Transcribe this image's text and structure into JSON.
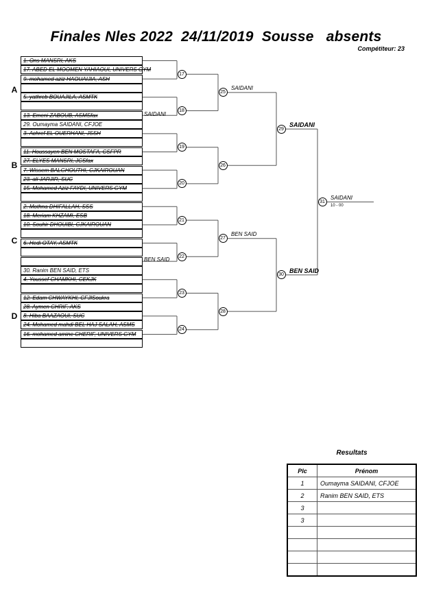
{
  "header": {
    "title": "Finales Nles 2022  24/11/2019  Sousse   absents",
    "competitors_label": "Compétiteur: 23"
  },
  "sections": [
    {
      "letter": "A"
    },
    {
      "letter": "B"
    },
    {
      "letter": "C"
    },
    {
      "letter": "D"
    }
  ],
  "slots": [
    {
      "label": "1. Ons MANSRI, AKS",
      "absent": true
    },
    {
      "label": "17. ABED EL MOOMEN YAHIAOUI, UNIVERS GYM",
      "absent": true
    },
    {
      "label": "9. mohamed aziz HAOUAIJIA, ASH",
      "absent": true
    },
    {
      "label": "",
      "absent": false
    },
    {
      "label": "5. yathreb BOUAJILA, ASMTK",
      "absent": true
    },
    {
      "label": "",
      "absent": false
    },
    {
      "label": "13. Emeni ZABOUB, ASMSfax",
      "absent": true
    },
    {
      "label": "29. Oumayma SAIDANI, CFJOE",
      "absent": false
    },
    {
      "label": "3. Achref EL OUERHANI, JSSH",
      "absent": true
    },
    {
      "label": "",
      "absent": false
    },
    {
      "label": "11. Houssayen BEN MOSTAFA, CSFPR",
      "absent": true
    },
    {
      "label": "27. ELYES MANSRI, JCSfax",
      "absent": true
    },
    {
      "label": "7. Wissem BALGHOUTHI, CJKAIROUAN",
      "absent": true
    },
    {
      "label": "23. ali JARJIR, SUC",
      "absent": true
    },
    {
      "label": "15. Mohamed Aziz FAYDI, UNIVERS GYM",
      "absent": true
    },
    {
      "label": "",
      "absent": false
    },
    {
      "label": "2. Mothna DHIFALLAH, SSS",
      "absent": true
    },
    {
      "label": "18. Meriam KHZAMI, ESB",
      "absent": true
    },
    {
      "label": "10. Souhir DHOUIBI, CJKAIROUAN",
      "absent": true
    },
    {
      "label": "",
      "absent": false
    },
    {
      "label": "6. Hedi OTAY, ASMTK",
      "absent": true
    },
    {
      "label": "",
      "absent": false
    },
    {
      "label": "",
      "absent": false
    },
    {
      "label": "30. Ranim BEN SAID, ETS",
      "absent": false
    },
    {
      "label": "4. Youssef CHAMKHI, CEKJK",
      "absent": true
    },
    {
      "label": "",
      "absent": false
    },
    {
      "label": "12. Edam CHWAYKHI, CFJISoukra",
      "absent": true
    },
    {
      "label": "28. Aymen CHRIF, AKS",
      "absent": true
    },
    {
      "label": "8. Hiba BAAZAOUI, SUC",
      "absent": true
    },
    {
      "label": "24. Mohamed mahdi BEL HAJ SALAH, ASMS",
      "absent": true
    },
    {
      "label": "16. mohamed amine CHERIF, UNIVERS GYM",
      "absent": true
    },
    {
      "label": "",
      "absent": false
    }
  ],
  "matches": {
    "round1": [
      {
        "num": "17"
      },
      {
        "num": "18"
      },
      {
        "num": "19"
      },
      {
        "num": "20"
      },
      {
        "num": "21"
      },
      {
        "num": "22"
      },
      {
        "num": "23"
      },
      {
        "num": "24"
      }
    ],
    "round2": [
      {
        "num": "25",
        "winner": "SAIDANI"
      },
      {
        "num": "26",
        "winner": ""
      },
      {
        "num": "27",
        "winner": "BEN SAID"
      },
      {
        "num": "28",
        "winner": ""
      }
    ],
    "round3": [
      {
        "num": "29",
        "winner": "SAIDANI"
      },
      {
        "num": "30",
        "winner": "BEN SAID"
      }
    ],
    "final": {
      "num": "31",
      "winner": "SAIDANI",
      "score": "10 - 00"
    },
    "feeders": [
      {
        "num": "18",
        "winner": "SAIDANI"
      },
      {
        "num": "22",
        "winner": "BEN SAID"
      }
    ]
  },
  "results": {
    "title": "Resultats",
    "columns": [
      "Plc",
      "Prénom"
    ],
    "rows": [
      {
        "plc": "1",
        "nom": "Oumayma SAIDANI, CFJOE"
      },
      {
        "plc": "2",
        "nom": "Ranim BEN SAID, ETS"
      },
      {
        "plc": "3",
        "nom": ""
      },
      {
        "plc": "3",
        "nom": ""
      },
      {
        "plc": "",
        "nom": ""
      },
      {
        "plc": "",
        "nom": ""
      },
      {
        "plc": "",
        "nom": ""
      },
      {
        "plc": "",
        "nom": ""
      }
    ]
  }
}
